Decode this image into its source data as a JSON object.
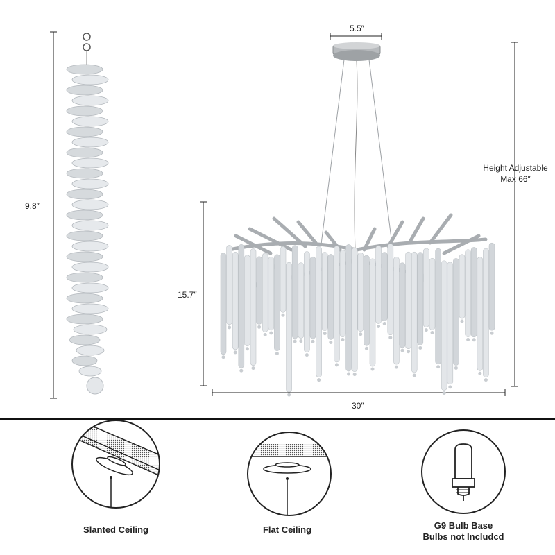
{
  "dimensions": {
    "strand_length": "9.8″",
    "canopy_width": "5.5″",
    "body_height": "15.7″",
    "body_width": "30″",
    "height_adjustable_line1": "Height Adjustable",
    "height_adjustable_line2": "Max 66″"
  },
  "features": [
    {
      "icon": "slanted-ceiling-icon",
      "label": "Slanted Ceiling"
    },
    {
      "icon": "flat-ceiling-icon",
      "label": "Flat Ceiling"
    },
    {
      "icon": "bulb-icon",
      "label_line1": "G9 Bulb Base",
      "label_line2": "Bulbs not Includcd"
    }
  ],
  "colors": {
    "line": "#222222",
    "crystal": "#cfd3d6",
    "silver": "#a9adb1"
  }
}
